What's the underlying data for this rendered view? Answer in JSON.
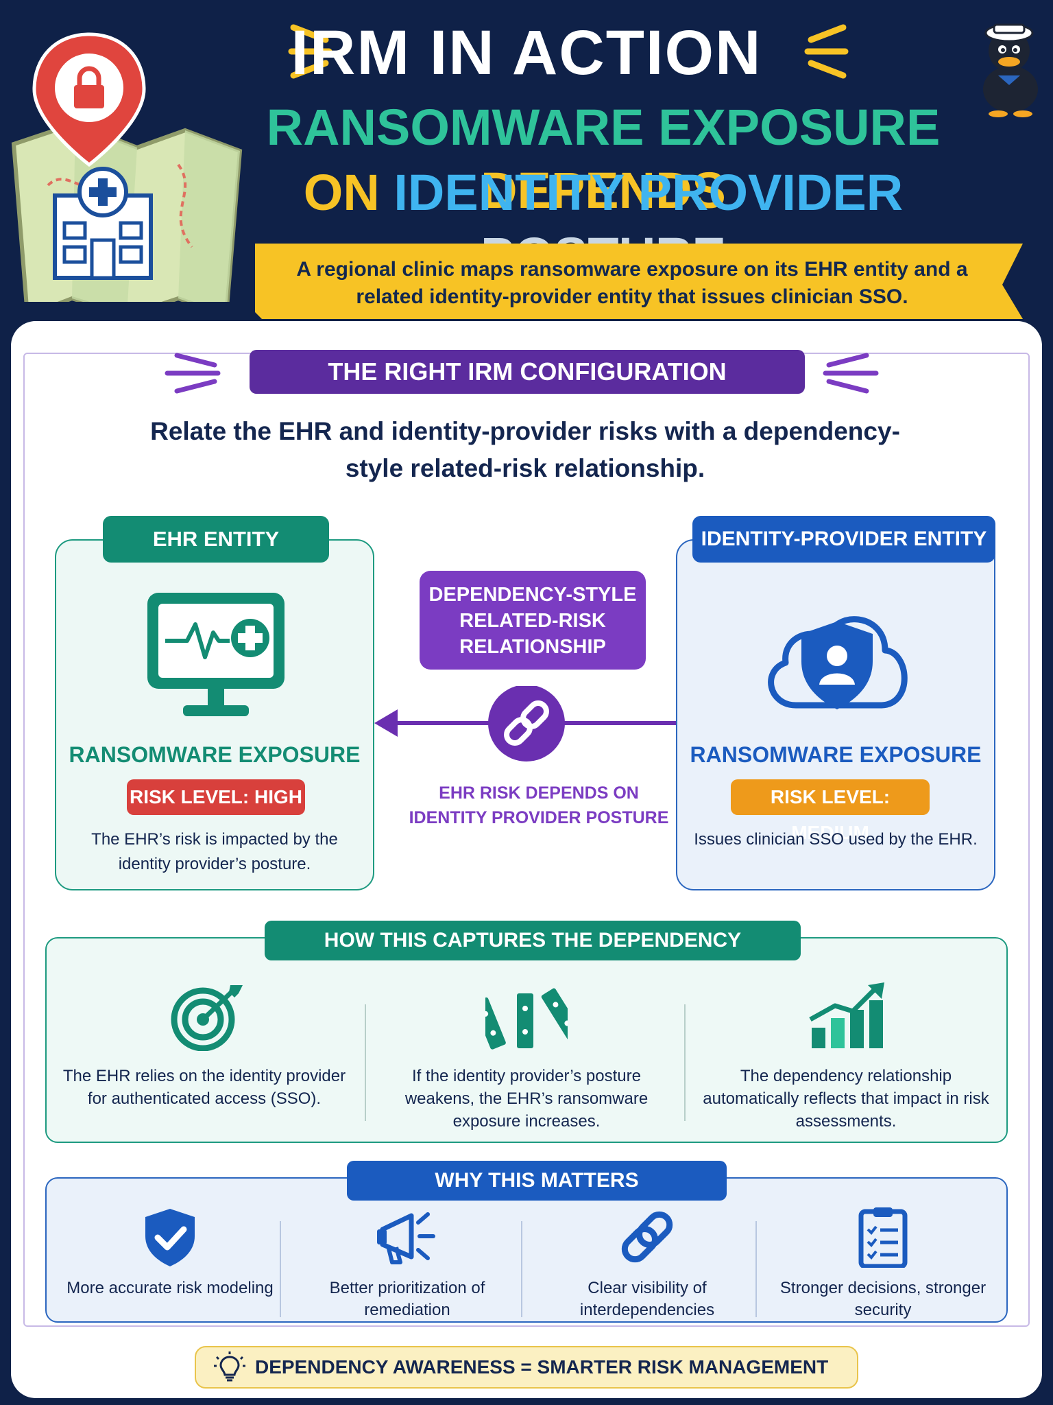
{
  "header": {
    "title": "IRM IN ACTION",
    "subtitle_line1": {
      "part1": "RANSOMWARE EXPOSURE ",
      "part2": "DEPENDS"
    },
    "subtitle_line2": {
      "part1": "ON ",
      "part2": "IDENTITY PROVIDER ",
      "part3": "POSTURE"
    },
    "banner": "A regional clinic maps ransomware exposure on its EHR entity and a related identity-provider entity that issues clinician SSO."
  },
  "config": {
    "heading": "THE RIGHT IRM CONFIGURATION",
    "description": "Relate the EHR and identity-provider risks with a dependency-style related-risk relationship."
  },
  "ehr_entity": {
    "tab": "EHR ENTITY",
    "exposure": "RANSOMWARE EXPOSURE",
    "risk": "RISK LEVEL: HIGH",
    "description": "The EHR’s risk is impacted by the identity provider’s posture."
  },
  "idp_entity": {
    "tab": "IDENTITY-PROVIDER ENTITY",
    "exposure": "RANSOMWARE EXPOSURE",
    "risk": "RISK LEVEL: MEDIUM",
    "description": "Issues clinician SSO used by the EHR."
  },
  "relationship": {
    "label_line1": "DEPENDENCY-STYLE",
    "label_line2": "RELATED-RISK",
    "label_line3": "RELATIONSHIP",
    "caption_line1": "EHR RISK DEPENDS ON",
    "caption_line2": "IDENTITY PROVIDER POSTURE"
  },
  "how": {
    "heading": "HOW THIS CAPTURES THE DEPENDENCY",
    "items": [
      {
        "icon": "target-icon",
        "text": "The EHR relies on the identity provider for authenticated access (SSO)."
      },
      {
        "icon": "falling-dominoes-icon",
        "text": "If the identity provider’s posture weakens, the EHR’s ransomware exposure increases."
      },
      {
        "icon": "rising-chart-icon",
        "text": "The dependency relationship automatically reflects that impact in risk assessments."
      }
    ]
  },
  "why": {
    "heading": "WHY THIS MATTERS",
    "items": [
      {
        "icon": "shield-check-icon",
        "text": "More accurate risk modeling"
      },
      {
        "icon": "megaphone-icon",
        "text": "Better prioritization of remediation"
      },
      {
        "icon": "link-icon",
        "text": "Clear visibility of interdependencies"
      },
      {
        "icon": "clipboard-checklist-icon",
        "text": "Stronger decisions, stronger security"
      }
    ]
  },
  "footer": {
    "text": "DEPENDENCY AWARENESS = SMARTER RISK MANAGEMENT"
  },
  "colors": {
    "navy": "#0f2148",
    "teal": "#138c73",
    "blue": "#1b5bbf",
    "purple": "#7b3cc2",
    "yellow": "#f7c325",
    "red": "#d8403c",
    "orange": "#ee9a1b"
  }
}
